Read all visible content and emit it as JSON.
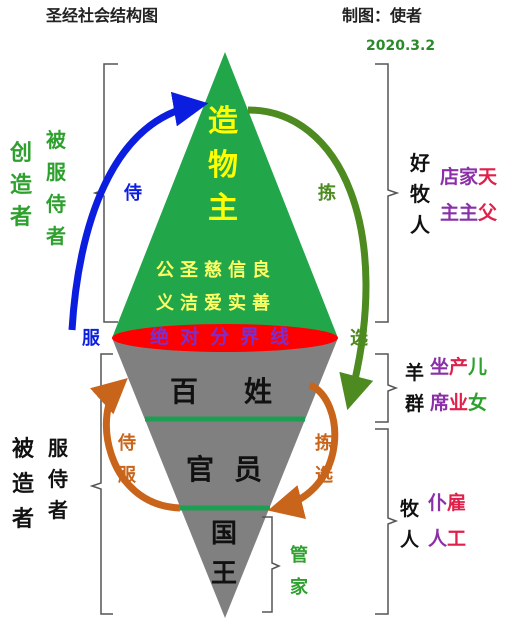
{
  "title": "圣经社会结构图",
  "author": "制图：使者",
  "date": "2020.3.2",
  "colors": {
    "upper_triangle": "#22a64a",
    "lower_triangle": "#808080",
    "boundary": "#ff0000",
    "boundary_text": "#7a2fd0",
    "divider": "#1e9e52",
    "arrow_blue": "#0b1ee0",
    "arrow_green": "#4d8a20",
    "arrow_brown": "#c8651b",
    "top_text": "#ffff00",
    "virtues_text": "#ffff66",
    "green_label": "#2ea02e",
    "purple_label": "#8b2fa8",
    "red_label": "#e0204a",
    "bracket": "#555555"
  },
  "top": {
    "chars": [
      "造",
      "物",
      "主"
    ],
    "virtues_row1": [
      "公",
      "圣",
      "慈",
      "信",
      "良"
    ],
    "virtues_row2": [
      "义",
      "洁",
      "爱",
      "实",
      "善"
    ]
  },
  "boundary_label": [
    "绝",
    "对",
    "分",
    "界",
    "线"
  ],
  "lower": {
    "people": [
      "百",
      "姓"
    ],
    "officials": [
      "官",
      "员"
    ],
    "king": [
      "国",
      "王"
    ]
  },
  "arrows": {
    "blue_upper": "侍",
    "blue_lower": "服",
    "green_upper": "拣",
    "green_lower": "选",
    "left_inner": [
      "侍",
      "服"
    ],
    "right_inner": [
      "拣",
      "选"
    ]
  },
  "left_labels": {
    "creator_outer": [
      "创",
      "造",
      "者"
    ],
    "creator_inner": [
      "被",
      "服",
      "侍",
      "者"
    ],
    "created_outer": [
      "被",
      "造",
      "者"
    ],
    "created_inner": [
      "服",
      "侍",
      "者"
    ]
  },
  "right_labels": {
    "good_shepherd": [
      "好",
      "牧",
      "人"
    ],
    "shop_master_row1": [
      "店",
      "家",
      "天"
    ],
    "shop_master_row2": [
      "主",
      "主",
      "父"
    ],
    "sheep": [
      "羊",
      "群"
    ],
    "seat_row1": [
      "坐",
      "产",
      "儿"
    ],
    "seat_row2": [
      "席",
      "业",
      "女"
    ],
    "steward": [
      "管",
      "家"
    ],
    "shepherd": [
      "牧",
      "人"
    ],
    "servant_row1": [
      "仆",
      "雇"
    ],
    "servant_row2": [
      "人",
      "工"
    ]
  }
}
